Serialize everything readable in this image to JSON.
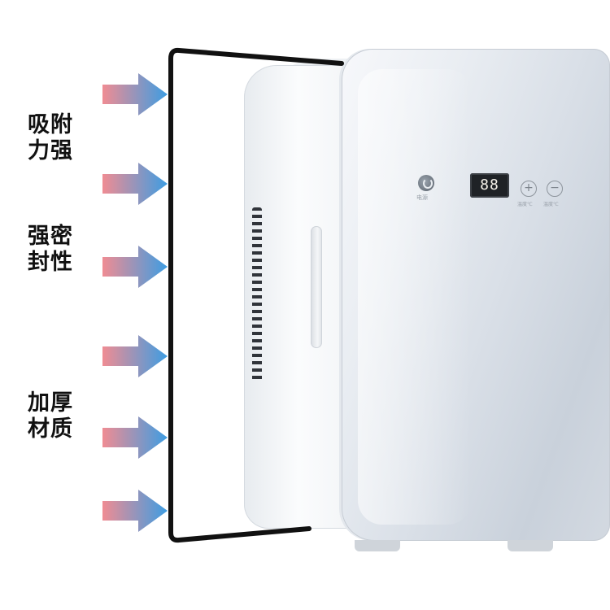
{
  "labels": [
    {
      "line1": "吸附",
      "line2": "力强"
    },
    {
      "line1": "强密",
      "line2": "封性"
    },
    {
      "line1": "加厚",
      "line2": "材质"
    }
  ],
  "arrow_count": 6,
  "colors": {
    "arrow_start": "#f08c93",
    "arrow_end": "#3d9de2",
    "seal": "#111111",
    "door": "#d9dfe7",
    "display": "#1f2226"
  },
  "panel": {
    "display_value": "88",
    "power_label": "电源",
    "plus_label": "温度℃",
    "minus_label": "温度℃"
  },
  "icons": [
    "arrow-right-icon",
    "power-icon",
    "plus-icon",
    "minus-icon"
  ]
}
